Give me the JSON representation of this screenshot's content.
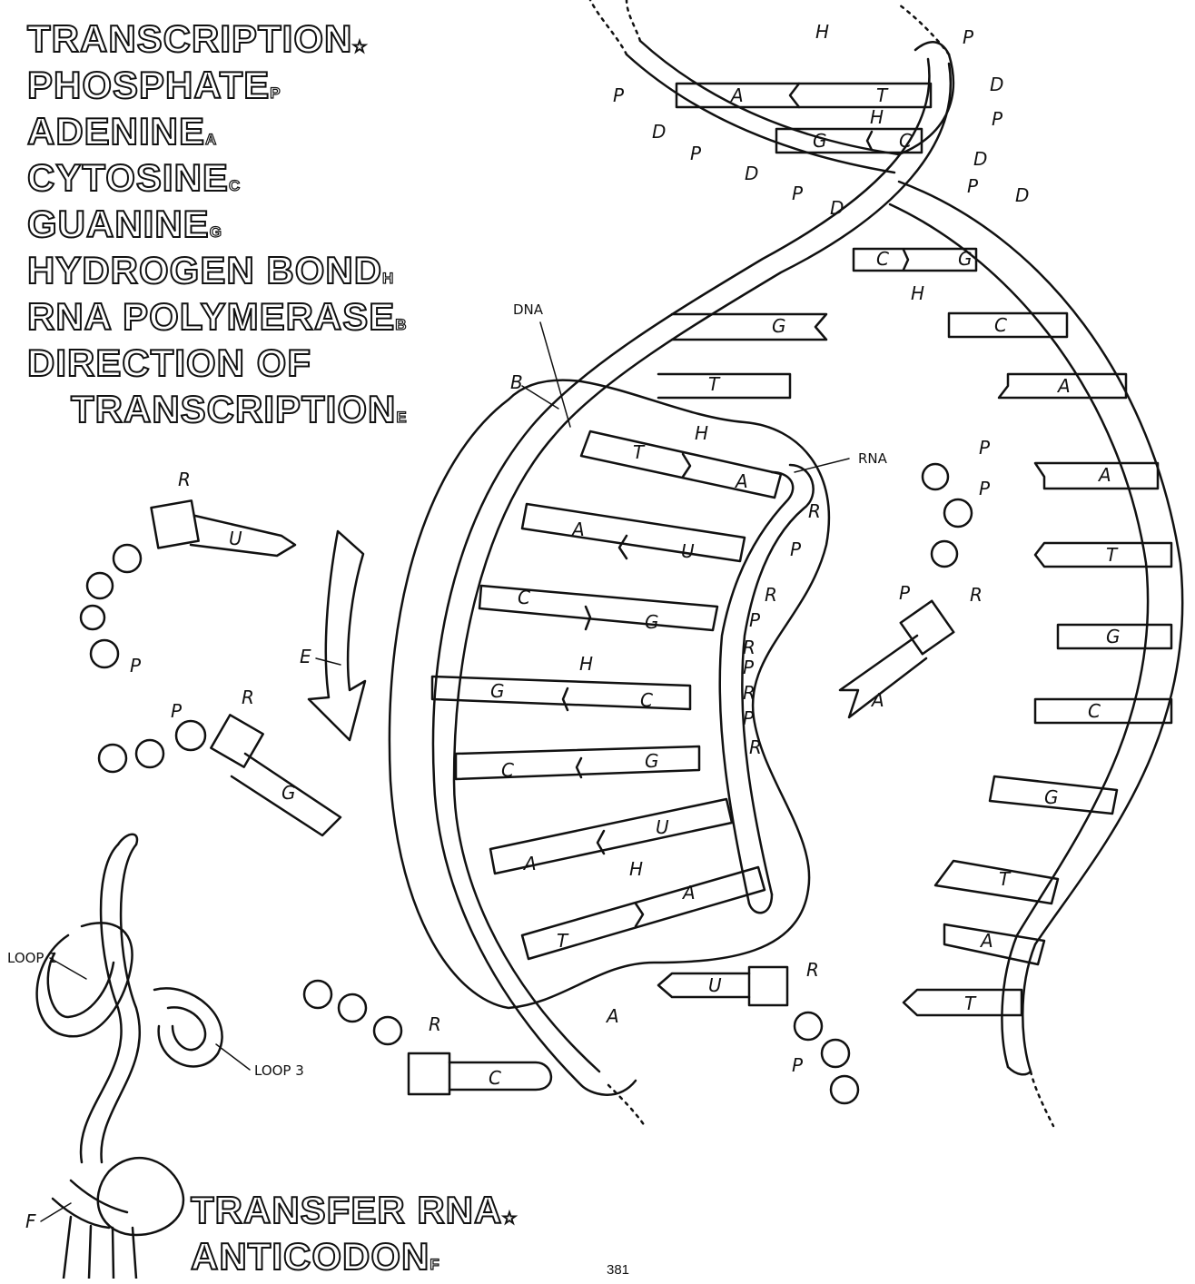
{
  "legend": {
    "items": [
      {
        "text": "TRANSCRIPTION",
        "sub": "★"
      },
      {
        "text": "PHOSPHATE",
        "sub": "P"
      },
      {
        "text": "ADENINE",
        "sub": "A"
      },
      {
        "text": "CYTOSINE",
        "sub": "C"
      },
      {
        "text": "GUANINE",
        "sub": "G"
      },
      {
        "text": "HYDROGEN BOND",
        "sub": "H"
      },
      {
        "text": "RNA POLYMERASE",
        "sub": "B"
      },
      {
        "text": "DIRECTION OF",
        "sub": ""
      },
      {
        "text": "TRANSCRIPTION",
        "sub": "E"
      }
    ]
  },
  "bottom_legend": {
    "items": [
      {
        "text": "TRANSFER RNA",
        "sub": "★"
      },
      {
        "text": "ANTICODON",
        "sub": "F"
      }
    ]
  },
  "labels": {
    "dna": "DNA",
    "rna": "RNA",
    "polymerase": "B",
    "direction": "E",
    "anticodon": "F",
    "loop1": "LOOP 1",
    "loop3": "LOOP 3",
    "phosphate": "P",
    "deoxyribose": "D",
    "ribose": "R",
    "hbond": "H"
  },
  "bases": {
    "top_pairs": [
      [
        "A",
        "T"
      ],
      [
        "G",
        "C"
      ],
      [
        "C",
        "G"
      ]
    ],
    "template_pairs": [
      [
        "T",
        "A"
      ],
      [
        "A",
        "U"
      ],
      [
        "C",
        "G"
      ],
      [
        "G",
        "C"
      ],
      [
        "C",
        "G"
      ],
      [
        "A",
        "U"
      ],
      [
        "T",
        "A"
      ]
    ],
    "open_top": [
      "G",
      "T"
    ],
    "right_strand": [
      "C",
      "A",
      "A",
      "T",
      "G",
      "C",
      "G",
      "T",
      "A",
      "T"
    ],
    "free_entering": "A",
    "free_left": [
      "U",
      "G",
      "C"
    ],
    "released": "U",
    "lower_template": "A"
  },
  "page_number": "381"
}
